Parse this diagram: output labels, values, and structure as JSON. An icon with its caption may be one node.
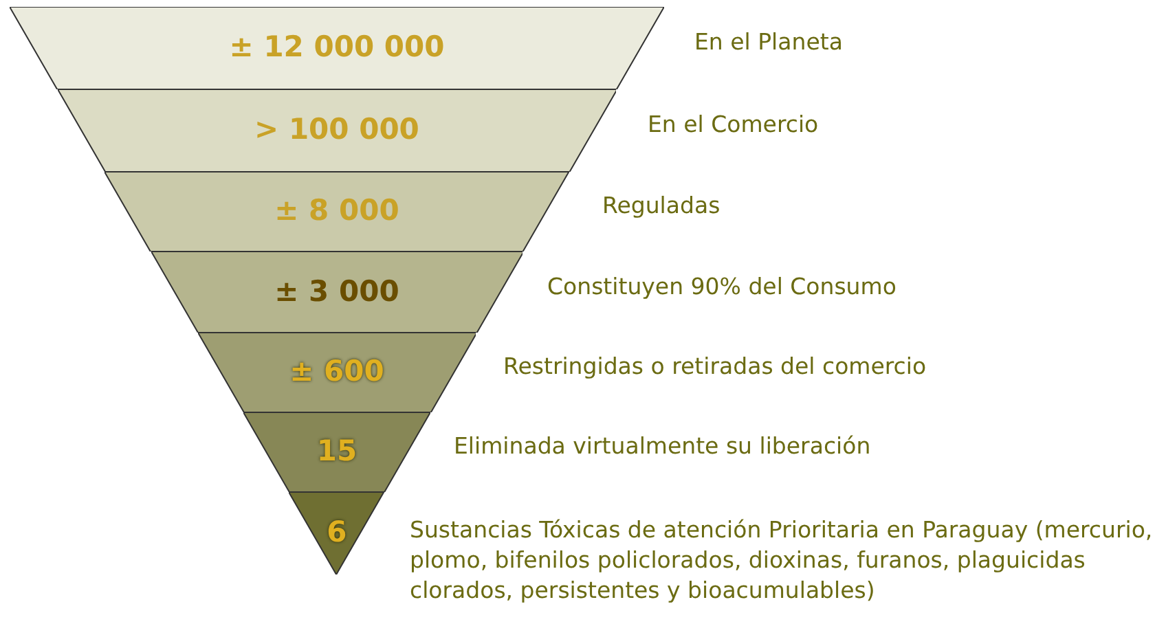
{
  "diagram": {
    "nodes": [
      {
        "text": [
          "± 12 000 000"
        ],
        "beside": [
          "En el Planeta"
        ]
      },
      {
        "text": [
          "> 100 000"
        ],
        "beside": [
          "En el Comercio"
        ]
      },
      {
        "text": [
          "± 8 000"
        ],
        "beside": [
          "Reguladas"
        ]
      },
      {
        "text": [
          "± 3 000"
        ],
        "beside": [
          "Constituyen 90% del Consumo"
        ]
      },
      {
        "text": [
          "± 600"
        ],
        "beside": [
          "Restringidas o retiradas del comercio"
        ]
      },
      {
        "text": [
          "15"
        ],
        "beside": [
          "Eliminada virtualmente su liberación"
        ]
      },
      {
        "text": [
          "6"
        ],
        "beside": [
          "Sustancias Tóxicas de atención Prioritaria en Paraguay (mercurio, plomo, bifenilos policlorados, dioxinas, furanos, plaguicidas clorados, persistentes y bioacumulables)"
        ]
      }
    ]
  }
}
